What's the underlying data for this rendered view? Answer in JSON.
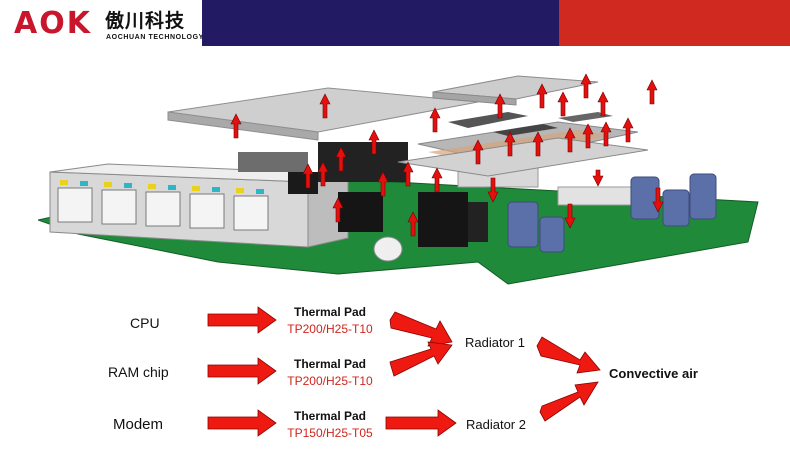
{
  "header": {
    "logo_latin": "AOK",
    "logo_chinese": "傲川科技",
    "logo_english": "AOCHUAN TECHNOLOGY",
    "colors": {
      "brand_red": "#c8172c",
      "bar_blue": "#231a64",
      "bar_red": "#d02a20"
    }
  },
  "illustration": {
    "icons": [
      "exploded-pcb-assembly",
      "heat-flow-arrow-icon"
    ],
    "colors": {
      "board_green": "#1f8a3a",
      "heat_arrow": "#e3100d",
      "plate_gray": "#c9c9c9"
    }
  },
  "flow": {
    "sources": [
      {
        "label": "CPU"
      },
      {
        "label": "RAM chip"
      },
      {
        "label": "Modem"
      }
    ],
    "pads": [
      {
        "title": "Thermal Pad",
        "code": "TP200/H25-T10"
      },
      {
        "title": "Thermal Pad",
        "code": "TP200/H25-T10"
      },
      {
        "title": "Thermal Pad",
        "code": "TP150/H25-T05"
      }
    ],
    "radiators": [
      {
        "label": "Radiator 1"
      },
      {
        "label": "Radiator 2"
      }
    ],
    "sink": {
      "label": "Convective air"
    },
    "arrow_color": "#ee1a12"
  }
}
